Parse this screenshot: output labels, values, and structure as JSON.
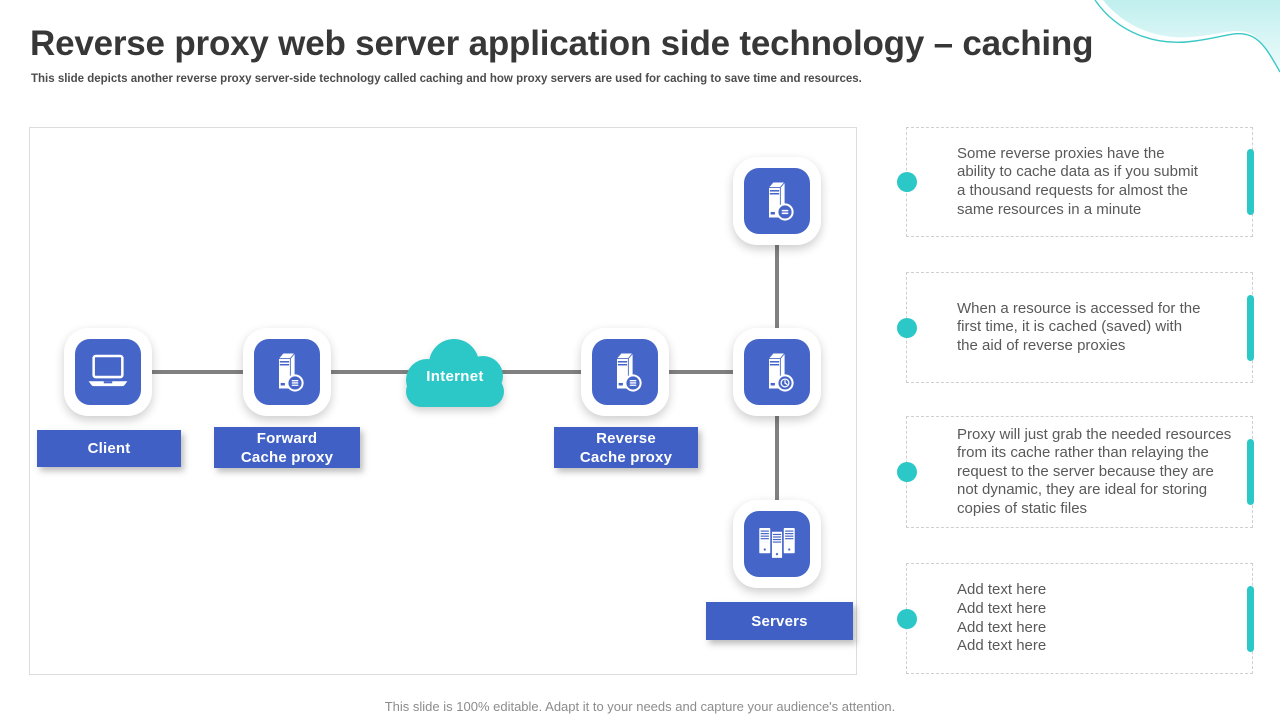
{
  "slide": {
    "title": "Reverse proxy web server application side technology – caching",
    "subtitle": "This slide depicts another reverse proxy server-side technology called caching and how proxy servers are used for caching to save time and resources.",
    "footer": "This slide is 100% editable. Adapt it to your needs and capture your audience's attention."
  },
  "diagram": {
    "client_label": "Client",
    "forward_proxy_label": [
      "Forward",
      "Cache proxy"
    ],
    "internet_label": "Internet",
    "reverse_proxy_label": [
      "Reverse",
      "Cache proxy"
    ],
    "servers_label": "Servers"
  },
  "callouts": [
    {
      "lines": [
        "Some reverse proxies have the",
        "ability to cache data as if you submit",
        "a thousand requests for almost the",
        "same resources in a minute"
      ]
    },
    {
      "lines": [
        "When a resource is accessed for the",
        "first time, it is cached (saved) with",
        "the aid of reverse proxies"
      ]
    },
    {
      "lines": [
        "Proxy will just grab the needed resources",
        "from its cache rather than relaying the",
        "request to the server because they are",
        "not dynamic, they are ideal for storing",
        "copies of static files"
      ]
    },
    {
      "lines": [
        "Add text here",
        "Add text here",
        "Add text here",
        "Add text here"
      ]
    }
  ],
  "colors": {
    "accent_blue": "#4565c8",
    "label_blue": "#4060c6",
    "accent_teal": "#2cc7c7",
    "connector_gray": "#808080",
    "title_dark": "#373737",
    "body_gray": "#595959"
  }
}
